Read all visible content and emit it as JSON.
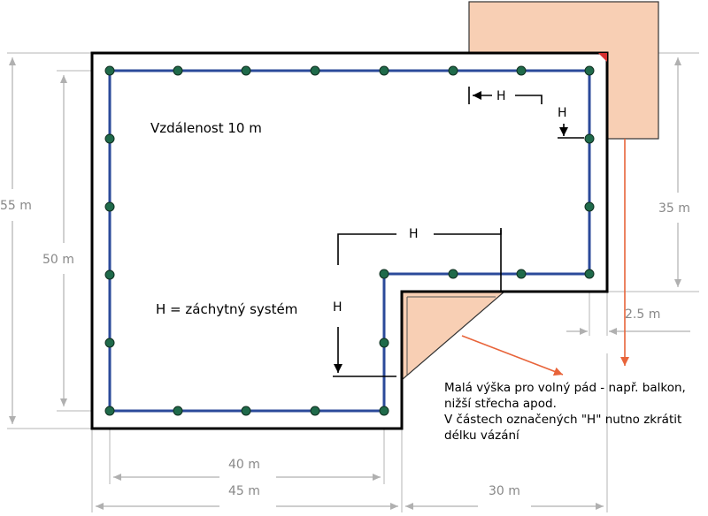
{
  "labels": {
    "spacing": "Vzdálenost 10 m",
    "legend": "H = záchytný systém",
    "h": "H"
  },
  "dimensions": {
    "outer_height": "55 m",
    "inner_height": "50 m",
    "right_height": "35 m",
    "offset": "2.5 m",
    "inner_width": "40 m",
    "outer_width": "45 m",
    "right_width": "30 m"
  },
  "note": {
    "lines": [
      "Malá výška pro volný pád - např. balkon,",
      "nižší střecha apod.",
      "V částech označených \"H\" nutno zkrátit",
      "délku vázání"
    ]
  },
  "colors": {
    "rope": "#2b4a9a",
    "anchor": "#1f6a4a",
    "roof_outline": "#000000",
    "low_roof_fill": "#f8cfb4",
    "annotation_arrow": "#e8643a",
    "dimension_line": "#b0b0b0"
  }
}
